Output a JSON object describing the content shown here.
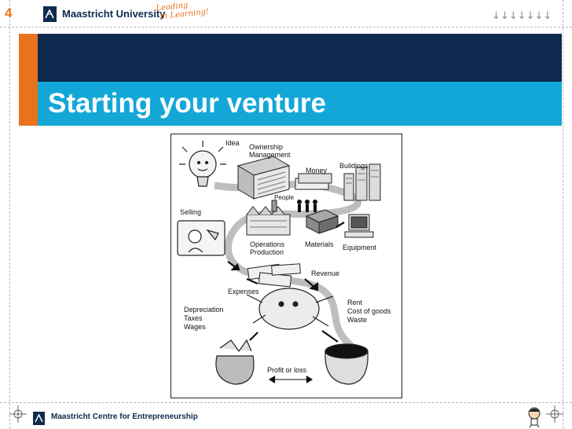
{
  "header": {
    "slide_number": "4",
    "university_name": "Maastricht University",
    "tagline_line1": "Leading",
    "tagline_line2": "in Learning!",
    "nav_arrows": "↓↓↓↓↓↓↓"
  },
  "slide": {
    "title": "Starting your venture"
  },
  "illustration": {
    "labels": {
      "idea": "Idea",
      "ownership": "Ownership",
      "management": "Management",
      "money": "Money",
      "buildings": "Buildings",
      "people": "People",
      "selling": "Selling",
      "operations": "Operations",
      "production": "Production",
      "materials": "Materials",
      "equipment": "Equipment",
      "revenue": "Revenue",
      "expenses": "Expenses",
      "depreciation": "Depreciation",
      "taxes": "Taxes",
      "wages": "Wages",
      "rent": "Rent",
      "cost_of_goods": "Cost of goods",
      "waste": "Waste",
      "profit_or_loss": "Profit or loss"
    }
  },
  "footer": {
    "text": "Maastricht Centre for Entrepreneurship"
  },
  "colors": {
    "orange": "#e8731c",
    "navy": "#0e2a4e",
    "cyan": "#13a7d8"
  }
}
